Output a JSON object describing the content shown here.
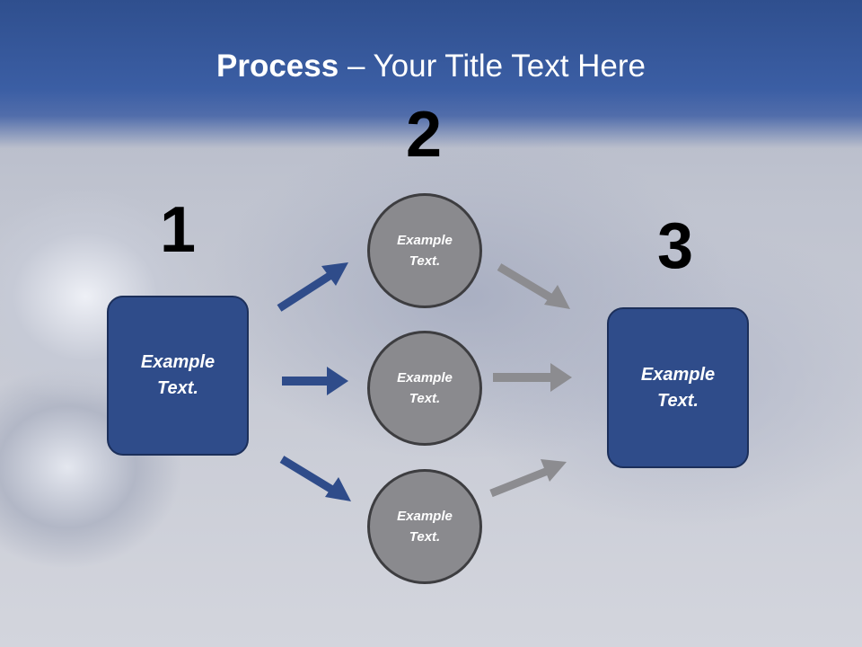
{
  "title": {
    "bold": "Process",
    "rest": " – Your Title Text Here"
  },
  "steps": [
    {
      "number": "1",
      "box_text_line1": "Example",
      "box_text_line2": "Text."
    },
    {
      "number": "2",
      "circles": [
        {
          "line1": "Example",
          "line2": "Text."
        },
        {
          "line1": "Example",
          "line2": "Text."
        },
        {
          "line1": "Example",
          "line2": "Text."
        }
      ]
    },
    {
      "number": "3",
      "box_text_line1": "Example",
      "box_text_line2": "Text."
    }
  ],
  "colors": {
    "header": "#3b5ea4",
    "box_fill": "#2f4c8a",
    "box_border": "#1c2f5a",
    "circle_fill": "#8a8a8e",
    "circle_border": "#3d3d40",
    "arrow_left": "#2f4c8a",
    "arrow_right": "#8c8c90"
  }
}
